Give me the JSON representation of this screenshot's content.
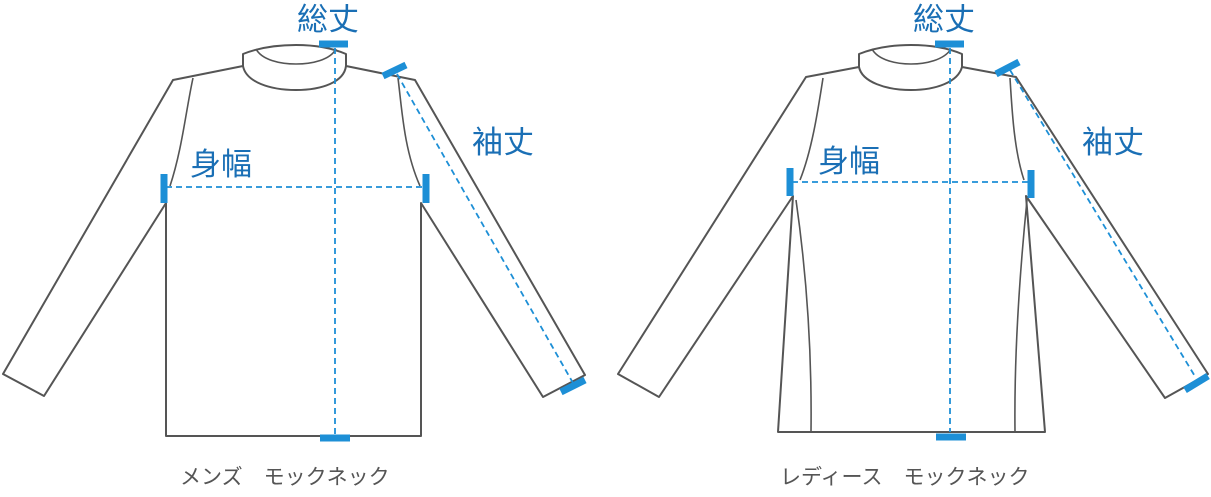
{
  "colors": {
    "measure": "#1d8fd6",
    "label": "#1a6fb5",
    "outline": "#555555",
    "caption": "#555555"
  },
  "mens": {
    "caption": "メンズ　モックネック",
    "labels": {
      "total_length": "総丈",
      "body_width": "身幅",
      "sleeve_length": "袖丈"
    }
  },
  "ladies": {
    "caption": "レディース　モックネック",
    "labels": {
      "total_length": "総丈",
      "body_width": "身幅",
      "sleeve_length": "袖丈"
    }
  }
}
